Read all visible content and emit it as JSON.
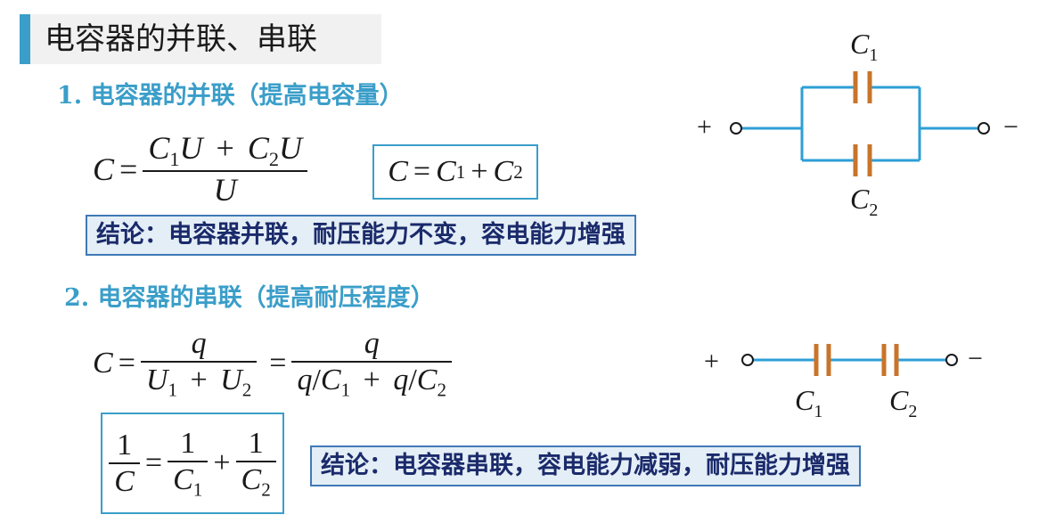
{
  "header": {
    "title": "电容器的并联、串联"
  },
  "parallel": {
    "number": "1.",
    "heading": "电容器的并联（提高电容量）",
    "formula_lhs": "C",
    "formula_eq": "=",
    "numerator": {
      "t1": "C",
      "t1_sub": "1",
      "t1_var": "U",
      "plus": "+",
      "t2": "C",
      "t2_sub": "2",
      "t2_var": "U"
    },
    "denominator": "U",
    "boxed": {
      "lhs": "C",
      "eq": "=",
      "a": "C",
      "a_sub": "1",
      "plus": "+",
      "b": "C",
      "b_sub": "2"
    },
    "conclusion": "结论：电容器并联，耐压能力不变，容电能力增强"
  },
  "series": {
    "number": "2.",
    "heading": "电容器的串联（提高耐压程度）",
    "formula_lhs": "C",
    "formula_eq": "=",
    "f1_num": "q",
    "f1_den": {
      "a": "U",
      "a_sub": "1",
      "plus": "+",
      "b": "U",
      "b_sub": "2"
    },
    "eq2": "=",
    "f2_num": "q",
    "f2_den": {
      "q1": "q",
      "slash1": "/",
      "c1": "C",
      "c1_sub": "1",
      "plus": "+",
      "q2": "q",
      "slash2": "/",
      "c2": "C",
      "c2_sub": "2"
    },
    "boxed": {
      "one": "1",
      "lhs_den": "C",
      "eq": "=",
      "r1_num": "1",
      "r1_den": "C",
      "r1_sub": "1",
      "plus": "+",
      "r2_num": "1",
      "r2_den": "C",
      "r2_sub": "2"
    },
    "conclusion": "结论：电容器串联，容电能力减弱，耐压能力增强"
  },
  "circuit_parallel": {
    "plus": "+",
    "minus": "−",
    "c1": "C",
    "c1_sub": "1",
    "c2": "C",
    "c2_sub": "2"
  },
  "circuit_series": {
    "plus": "+",
    "minus": "−",
    "c1": "C",
    "c1_sub": "1",
    "c2": "C",
    "c2_sub": "2"
  },
  "colors": {
    "accent": "#3a9ec9",
    "wire": "#2e9fd6",
    "capacitor": "#c8742a",
    "conclusion_bg": "#e4eef7",
    "conclusion_border": "#3f79b5"
  }
}
